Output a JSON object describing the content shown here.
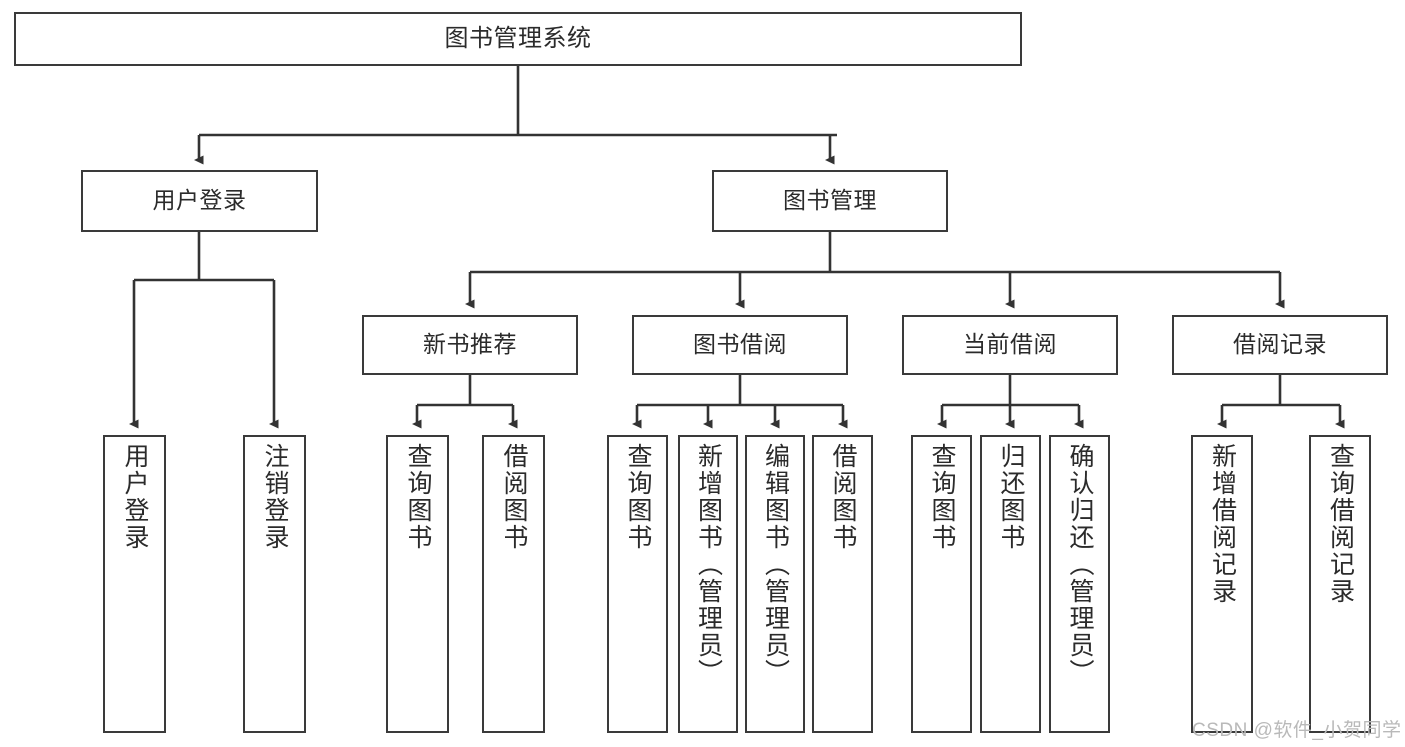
{
  "diagram": {
    "title": "图书管理系统",
    "type": "hierarchy-tree",
    "levels": {
      "level1": {
        "label": "图书管理系统"
      },
      "level2": [
        {
          "label": "用户登录"
        },
        {
          "label": "图书管理"
        }
      ],
      "level3": [
        {
          "label": "新书推荐"
        },
        {
          "label": "图书借阅"
        },
        {
          "label": "当前借阅"
        },
        {
          "label": "借阅记录"
        }
      ],
      "leaves": {
        "user_login": [
          {
            "label": "用户登录"
          },
          {
            "label": "注销登录"
          }
        ],
        "new_book_recommend": [
          {
            "label": "查询图书"
          },
          {
            "label": "借阅图书"
          }
        ],
        "book_borrow": [
          {
            "label": "查询图书"
          },
          {
            "label": "新增图书（管理员）"
          },
          {
            "label": "编辑图书（管理员）"
          },
          {
            "label": "借阅图书"
          }
        ],
        "current_borrow": [
          {
            "label": "查询图书"
          },
          {
            "label": "归还图书"
          },
          {
            "label": "确认归还（管理员）"
          }
        ],
        "borrow_records": [
          {
            "label": "新增借阅记录"
          },
          {
            "label": "查询借阅记录"
          }
        ]
      }
    },
    "colors": {
      "box_border": "#3a3a3a",
      "box_fill": "#ffffff",
      "connector": "#333333",
      "text": "#2b2b2b",
      "watermark": "#b9b9b9"
    }
  },
  "watermark": {
    "text": "CSDN @软件_小贺同学"
  }
}
